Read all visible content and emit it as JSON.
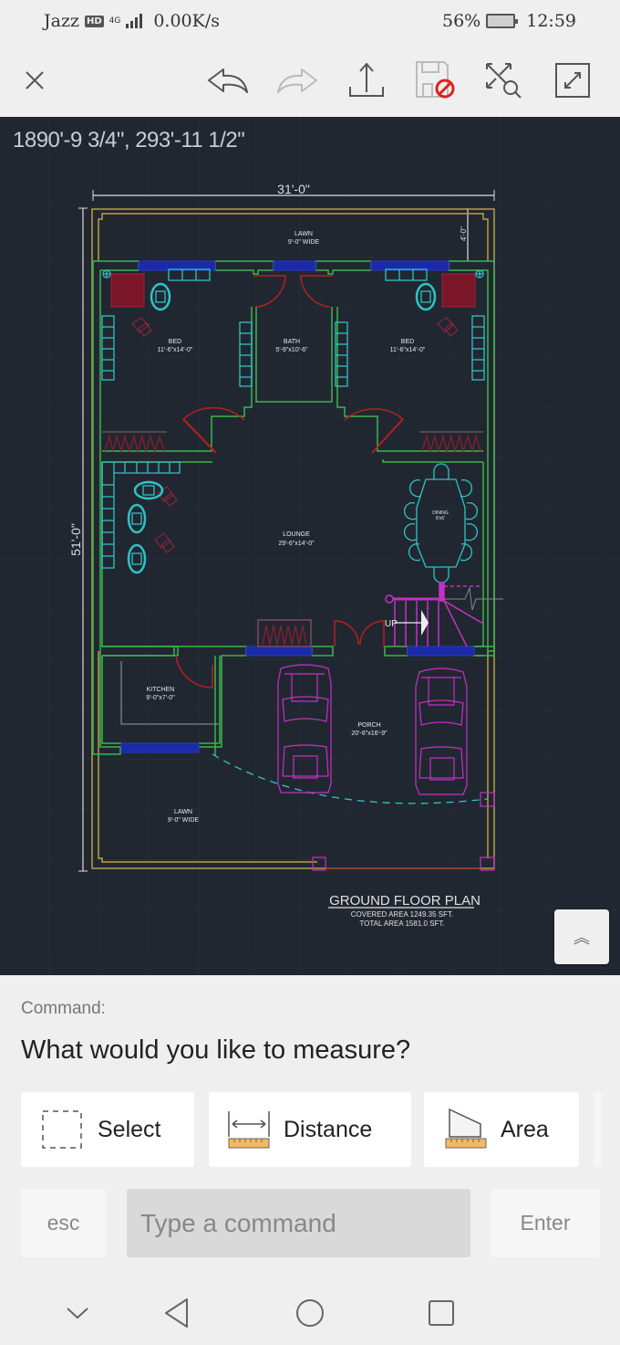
{
  "status_bar": {
    "carrier": "Jazz",
    "hd_badge": "HD",
    "network": "4G",
    "speed": "0.00K/s",
    "battery_percent": "56%",
    "time": "12:59"
  },
  "toolbar": {
    "icons": [
      "close-icon",
      "undo-icon",
      "redo-icon",
      "share-icon",
      "save-disabled-icon",
      "zoom-extents-icon",
      "fullscreen-icon"
    ]
  },
  "canvas": {
    "cursor_coords": "1890'-9 3/4\", 293'-11 1/2\"",
    "background": "#212731",
    "drawing": {
      "width_dim": "31'-0\"",
      "height_dim": "51'-0\"",
      "setback_dim": "4'-0\"",
      "rooms": [
        {
          "name": "LAWN",
          "size": "9'-0\" WIDE"
        },
        {
          "name": "BED",
          "size": "11'-6\"x14'-0\""
        },
        {
          "name": "BATH",
          "size": "5'-9\"x10'-6\""
        },
        {
          "name": "BED",
          "size": "11'-6\"x14'-0\""
        },
        {
          "name": "LOUNGE",
          "size": "29'-6\"x14'-0\""
        },
        {
          "name": "DINING",
          "size": "8'x6'"
        },
        {
          "name": "KITCHEN",
          "size": "9'-0\"x7'-0\""
        },
        {
          "name": "PORCH",
          "size": "20'-6\"x16'-9\""
        },
        {
          "name": "LAWN",
          "size": "9'-0\" WIDE"
        }
      ],
      "stair_label": "UP",
      "title": "GROUND FLOOR PLAN",
      "covered_area": "COVERED AREA 1249.35 SFT.",
      "total_area": "TOTAL AREA 1581.0 SFT."
    },
    "collapse_button": "︽"
  },
  "command_panel": {
    "label": "Command:",
    "prompt": "What would you like to measure?",
    "options": [
      {
        "label": "Select",
        "icon": "dashed-selection-icon"
      },
      {
        "label": "Distance",
        "icon": "distance-ruler-icon"
      },
      {
        "label": "Area",
        "icon": "area-ruler-icon"
      }
    ],
    "esc_label": "esc",
    "input_placeholder": "Type a command",
    "input_value": "",
    "enter_label": "Enter"
  },
  "colors": {
    "wall": "#3bb54a",
    "boundary": "#b8a040",
    "furniture": "#2ec4c4",
    "door": "#b52020",
    "window": "#1a2aa8",
    "car": "#c431c4",
    "accent_ruler": "#f4b860"
  }
}
